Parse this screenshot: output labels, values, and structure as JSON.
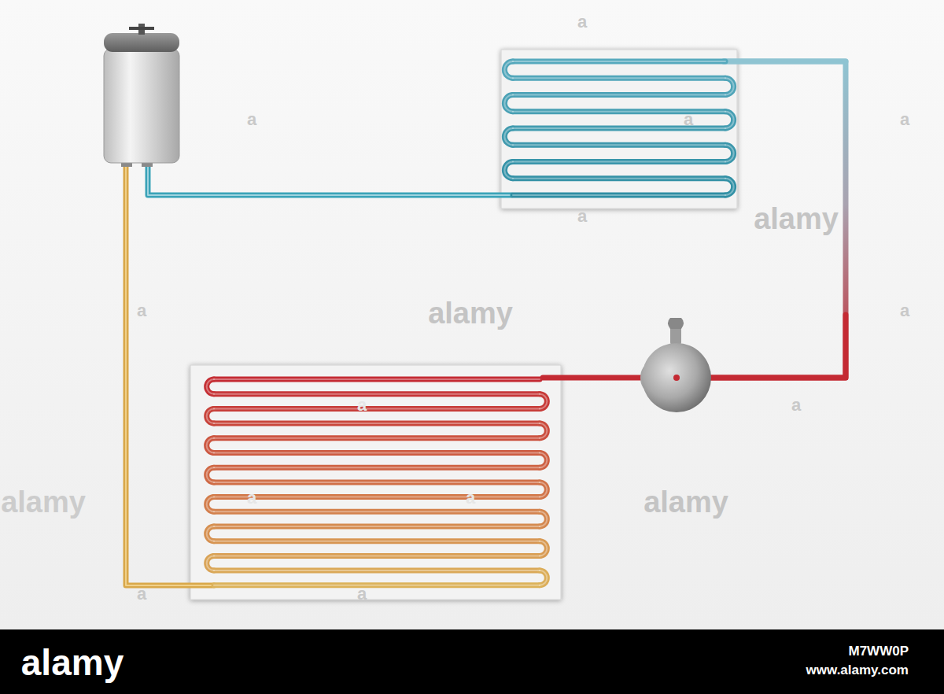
{
  "diagram": {
    "labels": [
      "a",
      "a",
      "a",
      "a",
      "alamy",
      "a",
      "alamy",
      "a",
      "a",
      "a",
      "a",
      "alamy",
      "alamy",
      "a",
      "a",
      "a",
      "a",
      "alamy",
      "M7WW0P",
      "www.alamy.com"
    ]
  }
}
